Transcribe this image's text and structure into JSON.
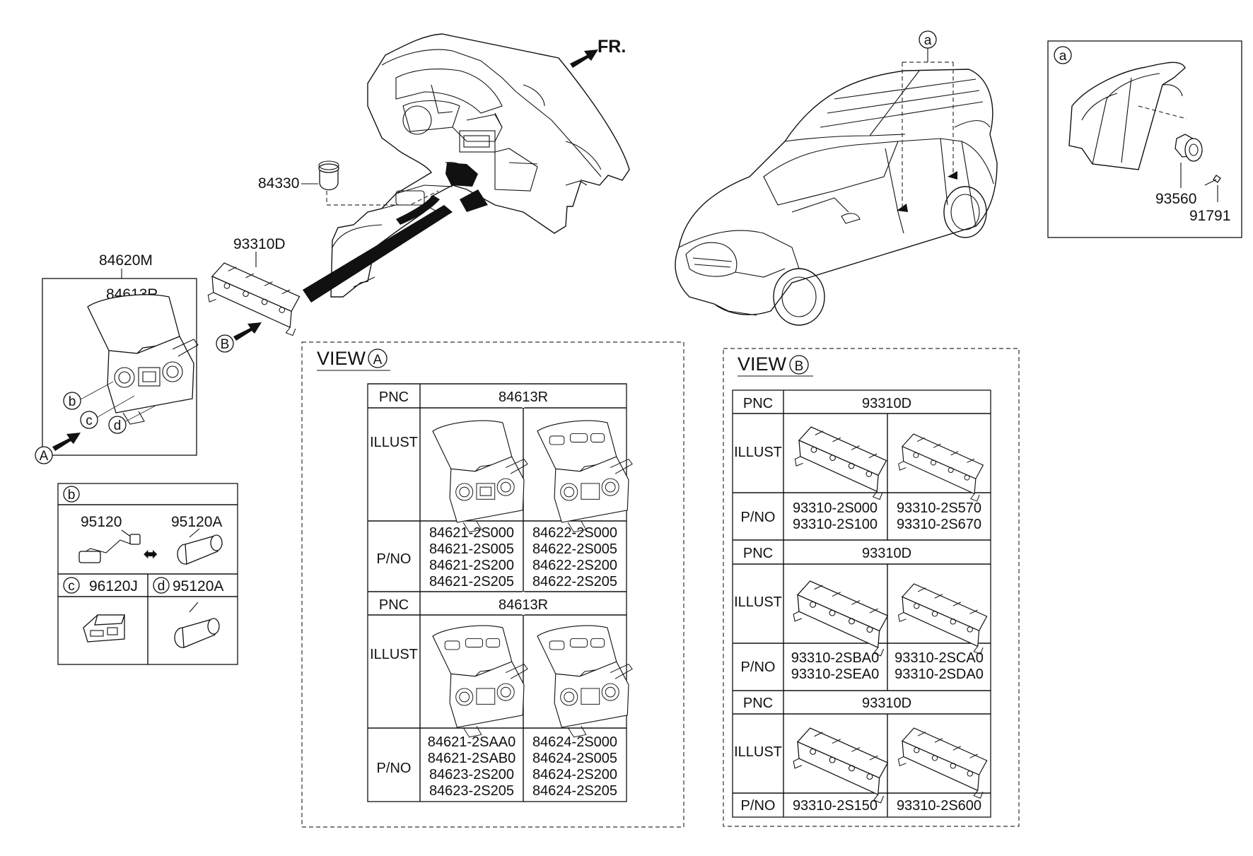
{
  "direction": "FR.",
  "labels": {
    "p84330": "84330",
    "p84620M": "84620M",
    "p84613R": "84613R",
    "p93310D": "93310D",
    "p93560": "93560",
    "p91791": "91791"
  },
  "markers": {
    "a": "a",
    "b": "b",
    "c": "c",
    "d": "d",
    "A": "A",
    "B": "B"
  },
  "detail_box": {
    "b_header": "b",
    "p95120": "95120",
    "p95120A_top": "95120A",
    "arrow": "⬌",
    "c_header": "c",
    "p96120J": "96120J",
    "d_header": "d",
    "p95120A_bottom": "95120A"
  },
  "detail_a": {
    "header": "a"
  },
  "view_a": {
    "title": "VIEW",
    "marker": "A",
    "blocks": [
      {
        "pnc_label": "PNC",
        "pnc": "84613R",
        "illust_label": "ILLUST",
        "pno_label": "P/NO",
        "left": [
          "84621-2S000",
          "84621-2S005",
          "84621-2S200",
          "84621-2S205"
        ],
        "right": [
          "84622-2S000",
          "84622-2S005",
          "84622-2S200",
          "84622-2S205"
        ]
      },
      {
        "pnc_label": "PNC",
        "pnc": "84613R",
        "illust_label": "ILLUST",
        "pno_label": "P/NO",
        "left": [
          "84621-2SAA0",
          "84621-2SAB0",
          "84623-2S200",
          "84623-2S205"
        ],
        "right": [
          "84624-2S000",
          "84624-2S005",
          "84624-2S200",
          "84624-2S205"
        ]
      }
    ]
  },
  "view_b": {
    "title": "VIEW",
    "marker": "B",
    "blocks": [
      {
        "pnc_label": "PNC",
        "pnc": "93310D",
        "illust_label": "ILLUST",
        "pno_label": "P/NO",
        "left": [
          "93310-2S000",
          "93310-2S100"
        ],
        "right": [
          "93310-2S570",
          "93310-2S670"
        ]
      },
      {
        "pnc_label": "PNC",
        "pnc": "93310D",
        "illust_label": "ILLUST",
        "pno_label": "P/NO",
        "left": [
          "93310-2SBA0",
          "93310-2SEA0"
        ],
        "right": [
          "93310-2SCA0",
          "93310-2SDA0"
        ]
      },
      {
        "pnc_label": "PNC",
        "pnc": "93310D",
        "illust_label": "ILLUST",
        "pno_label": "P/NO",
        "left": [
          "93310-2S150"
        ],
        "right": [
          "93310-2S600"
        ]
      }
    ]
  }
}
